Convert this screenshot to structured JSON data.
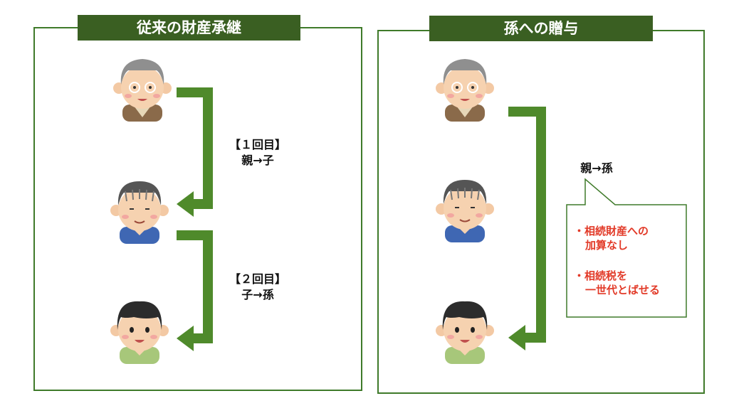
{
  "left_panel": {
    "title": "従来の財産承継",
    "step1_round": "【１回目】",
    "step1_flow": "親→子",
    "step2_round": "【２回目】",
    "step2_flow": "子→孫"
  },
  "right_panel": {
    "title": "孫への贈与",
    "flow": "親→孫",
    "note1_line1": "・相続財産への",
    "note1_line2": "加算なし",
    "note2_line1": "・相続税を",
    "note2_line2": "一世代とばせる"
  },
  "colors": {
    "title_bg": "#3a5f22",
    "border": "#3f7a2a",
    "arrow": "#4f8a2b",
    "note_text": "#e23a28"
  },
  "icons": [
    "grandfather-icon",
    "father-icon",
    "boy-icon"
  ]
}
